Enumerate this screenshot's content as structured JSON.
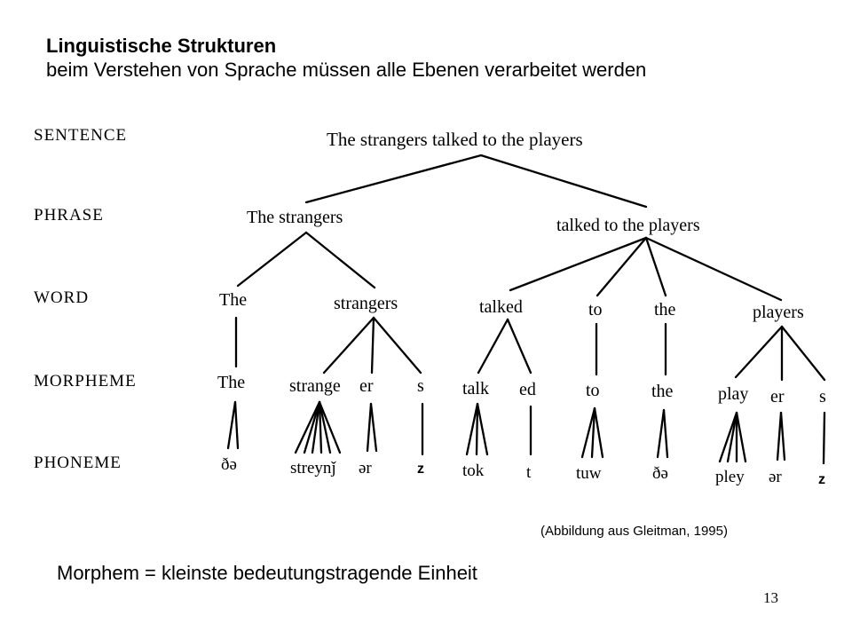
{
  "title": "Linguistische Strukturen",
  "subtitle": "beim Verstehen von Sprache müssen alle Ebenen verarbeitet werden",
  "levels": [
    "SENTENCE",
    "PHRASE",
    "WORD",
    "MORPHEME",
    "PHONEME"
  ],
  "tree": {
    "sentence": "The strangers talked to the players",
    "phrases": [
      "The strangers",
      "talked to the players"
    ],
    "words": [
      "The",
      "strangers",
      "talked",
      "to",
      "the",
      "players"
    ],
    "morphemes": [
      "The",
      "strange",
      "er",
      "s",
      "talk",
      "ed",
      "to",
      "the",
      "play",
      "er",
      "s"
    ],
    "phonemes": [
      "ðə",
      "streynǰ",
      "ər",
      "z",
      "tok",
      "t",
      "tuw",
      "ðə",
      "pley",
      "ər",
      "z"
    ]
  },
  "citation": "(Abbildung aus Gleitman, 1995)",
  "definition": "Morphem = kleinste bedeutungstragende Einheit",
  "page_number": "13"
}
